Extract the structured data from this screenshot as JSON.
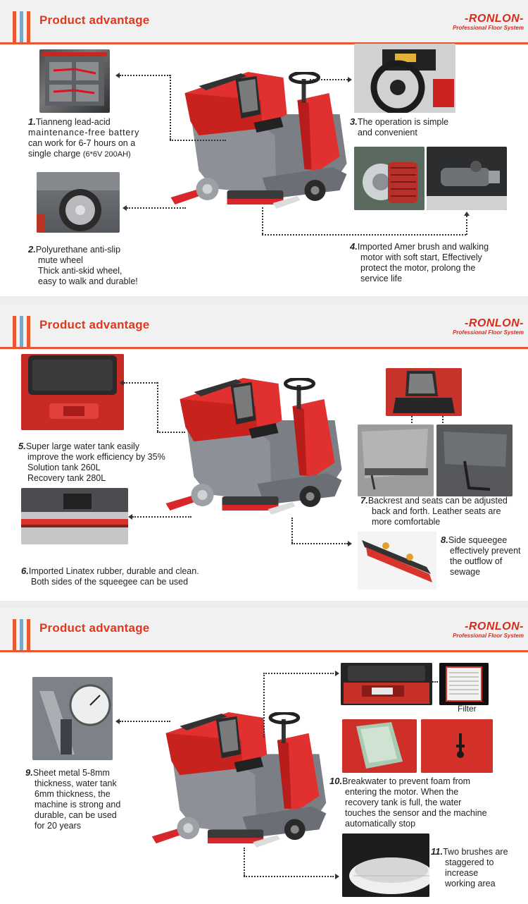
{
  "brand": {
    "name": "-RONLON-",
    "tagline": "Professional Floor System",
    "accent": "#e1371c",
    "bar_colors": [
      "#e8572e",
      "#7aa7c7",
      "#e8572e"
    ]
  },
  "sections": [
    {
      "title": "Product advantage",
      "captions": {
        "c1": {
          "num": "1.",
          "lines": [
            "Tianneng lead-acid",
            "maintenance-free battery",
            "can work for  6-7  hours on a",
            "single charge"
          ],
          "small": "(6*6V 200AH)"
        },
        "c2": {
          "num": "2.",
          "lines": [
            "Polyurethane anti-slip",
            "mute wheel",
            "Thick anti-skid wheel,",
            "easy to walk and durable!"
          ]
        },
        "c3": {
          "num": "3.",
          "lines": [
            "The operation is simple",
            "and convenient"
          ]
        },
        "c4": {
          "num": "4.",
          "lines": [
            "Imported Amer brush and walking",
            "motor with soft start, Effectively",
            "protect the motor, prolong the",
            "service life"
          ]
        }
      }
    },
    {
      "title": "Product advantage",
      "captions": {
        "c5": {
          "num": "5.",
          "lines": [
            "Super large water tank easily",
            "improve the work efficiency by 35%",
            "Solution tank 260L",
            "Recovery tank 280L"
          ]
        },
        "c6": {
          "num": "6.",
          "lines": [
            "Imported Linatex rubber, durable and clean.",
            "Both sides of the squeegee can be used"
          ]
        },
        "c7": {
          "num": "7.",
          "lines": [
            "Backrest and seats can be adjusted",
            "back and forth. Leather seats are",
            "more comfortable"
          ]
        },
        "c8": {
          "num": "8.",
          "lines": [
            "Side squeegee",
            "effectively prevent",
            "the outflow of",
            "sewage"
          ]
        }
      }
    },
    {
      "title": "Product advantage",
      "captions": {
        "c9": {
          "num": "9.",
          "lines": [
            "Sheet metal 5-8mm",
            "thickness, water tank",
            "6mm thickness, the",
            "machine is strong and",
            "durable, can be used",
            "for 20 years"
          ]
        },
        "c10": {
          "num": "10.",
          "lines": [
            "Breakwater to prevent foam from",
            "entering the motor. When the",
            "recovery tank is full, the water",
            "touches the sensor and the machine",
            "automatically stop"
          ]
        },
        "c11": {
          "num": "11.",
          "lines": [
            "Two brushes are",
            "staggered to",
            "increase",
            "working area"
          ]
        },
        "filter": "Filter"
      }
    }
  ]
}
